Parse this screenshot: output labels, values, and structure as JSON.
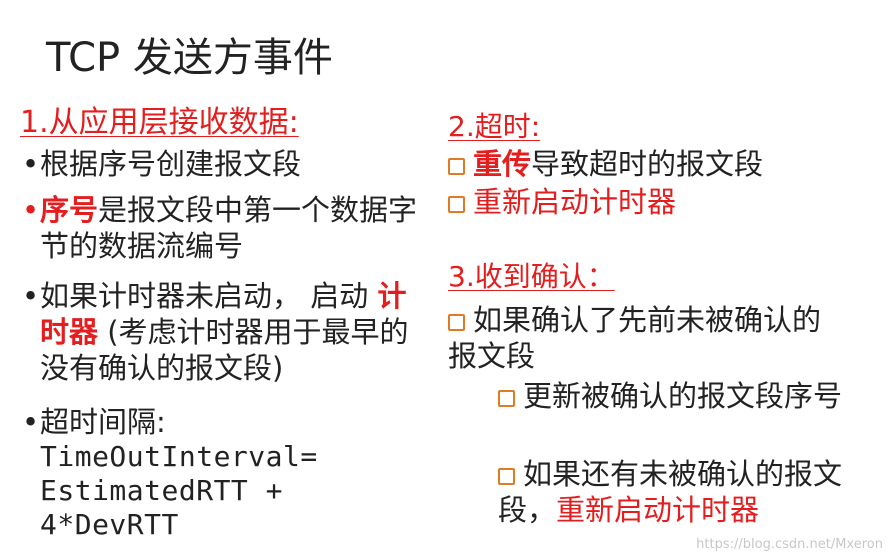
{
  "title": "TCP 发送方事件",
  "left": {
    "heading": "1.从应用层接收数据:",
    "bullet1": "根据序号创建报文段",
    "bullet2_strong": "序号",
    "bullet2_rest": "是报文段中第一个数据字节的数据流编号",
    "bullet3_pre": "如果计时器未启动， 启动",
    "bullet3_strong": "计时器",
    "bullet3_post": " (考虑计时器用于最早的没有确认的报文段)",
    "bullet4": "超时间隔:",
    "formula_line1": "TimeOutInterval=",
    "formula_line2": "EstimatedRTT +",
    "formula_line3": "4*DevRTT"
  },
  "right": {
    "timeout_heading": "2.超时:",
    "timeout_item1_strong": "重传",
    "timeout_item1_rest": "导致超时的报文段",
    "timeout_item2": "重新启动计时器",
    "ack_heading": "3.收到确认：",
    "ack_item1": "如果确认了先前未被确认的报文段",
    "ack_sub1": "更新被确认的报文段序号",
    "ack_sub2_pre": "如果还有未被确认的报文段，",
    "ack_sub2_red": "重新启动计时器"
  },
  "watermark": "https://blog.csdn.net/Mxeron",
  "colors": {
    "accent_red": "#e41e1e",
    "checkbox_orange": "#e07b22"
  },
  "icons": {
    "bullet": "bullet-dot-icon",
    "checkbox": "orange-square-bullet-icon"
  }
}
